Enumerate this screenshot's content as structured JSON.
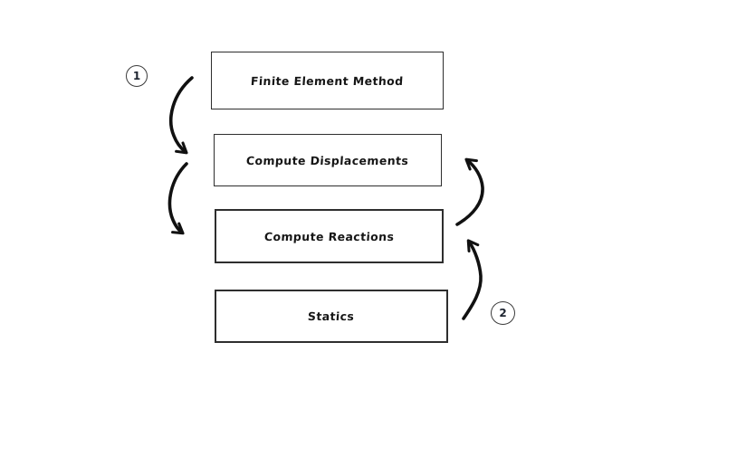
{
  "diagram": {
    "background_color": "#ffffff",
    "line_color": "#111111",
    "boxes": [
      {
        "label": "Finite Element Method"
      },
      {
        "label": "Compute Displacements"
      },
      {
        "label": "Compute Reactions"
      },
      {
        "label": "Statics"
      }
    ],
    "step_markers": [
      {
        "label": "1"
      },
      {
        "label": "2"
      }
    ],
    "arrows": [
      {
        "name": "fem-to-displacements",
        "direction": "down"
      },
      {
        "name": "displacements-to-reactions",
        "direction": "down"
      },
      {
        "name": "reactions-to-displacements",
        "direction": "up"
      },
      {
        "name": "statics-to-reactions",
        "direction": "up"
      }
    ]
  }
}
